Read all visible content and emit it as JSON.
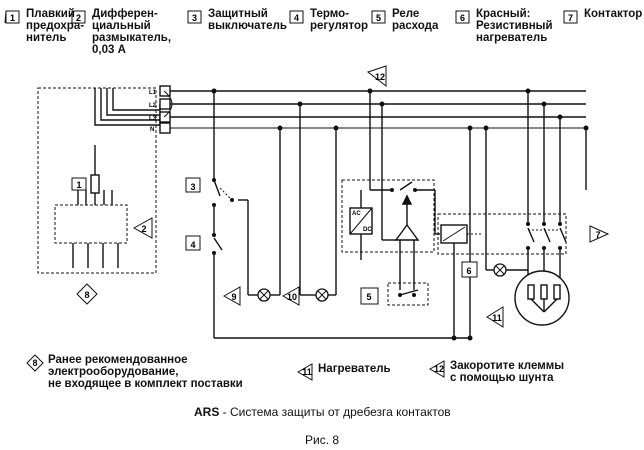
{
  "legend_top": [
    {
      "num": "1",
      "text": "Плавкий\nпредохра-\nнитель"
    },
    {
      "num": "2",
      "text": "Дифферен-\nциальный\nразмыкатель,\n0,03 А"
    },
    {
      "num": "3",
      "text": "Защитный\nвыключатель"
    },
    {
      "num": "4",
      "text": "Термо-\nрегулятор"
    },
    {
      "num": "5",
      "text": "Реле\nрасхода"
    },
    {
      "num": "6",
      "text": "Красный:\nРезистивный\nнагреватель"
    },
    {
      "num": "7",
      "text": "Контактор"
    }
  ],
  "legend_bottom": [
    {
      "num": "8",
      "text": "Ранее рекомендованное\nэлектрооборудование,\nне входящее в комплект поставки"
    },
    {
      "num": "11",
      "text": "Нагреватель"
    },
    {
      "num": "12",
      "text": "Закоротите клеммы\nс помощью шунта"
    }
  ],
  "diagram": {
    "terminals": [
      "L1",
      "L2",
      "L3",
      "N"
    ],
    "markers": [
      "1",
      "2",
      "3",
      "4",
      "5",
      "6",
      "7",
      "8",
      "9",
      "10",
      "11",
      "12"
    ],
    "relay_labels": [
      "AC",
      "DC"
    ]
  },
  "caption": {
    "brand": "ARS",
    "title": " - Система защиты от дребезга контактов",
    "figure": "Рис. 8"
  }
}
